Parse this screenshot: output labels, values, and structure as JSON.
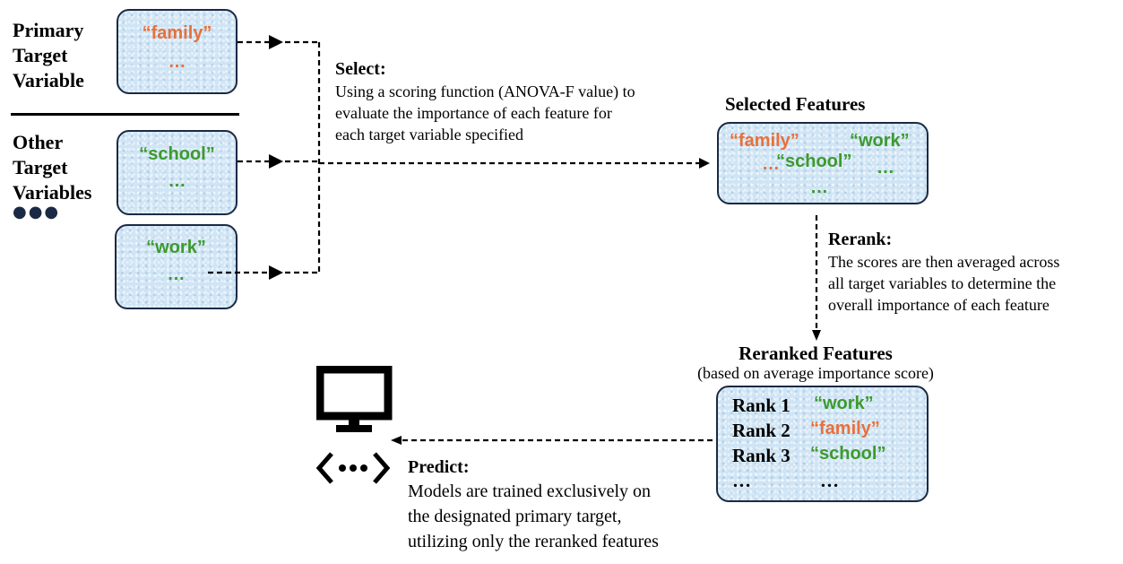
{
  "left_panel": {
    "primary_label": [
      "Primary",
      "Target",
      "Variable"
    ],
    "other_label": [
      "Other",
      "Target",
      "Variables"
    ],
    "more_dots": "●●●"
  },
  "input_boxes": [
    {
      "keyword": "“family”",
      "ellipsis": "…",
      "color": "#e8703a"
    },
    {
      "keyword": "“school”",
      "ellipsis": "…",
      "color": "#3d9a2e"
    },
    {
      "keyword": "“work”",
      "ellipsis": "…",
      "color": "#3d9a2e"
    }
  ],
  "select": {
    "title": "Select:",
    "lines": [
      "Using a scoring function (ANOVA-F value) to",
      "evaluate the importance of each feature for",
      "each target variable specified"
    ]
  },
  "selected_features": {
    "title": "Selected Features",
    "family": "“family”",
    "work": "“work”",
    "school": "“school”",
    "dots_orange": "…",
    "dots_right": "…",
    "dots_bottom": "…"
  },
  "rerank": {
    "title": "Rerank:",
    "lines": [
      "The scores are then averaged across",
      "all target variables to determine the",
      "overall importance of each feature"
    ]
  },
  "reranked_features": {
    "title": "Reranked Features",
    "subtitle": "(based on average importance score)",
    "rows": [
      {
        "rank": "Rank 1",
        "feature": "“work”",
        "color": "#3d9a2e"
      },
      {
        "rank": "Rank 2",
        "feature": "“family”",
        "color": "#e8703a"
      },
      {
        "rank": "Rank 3",
        "feature": "“school”",
        "color": "#3d9a2e"
      }
    ],
    "more_rank": "…",
    "more_feature": "…"
  },
  "predict": {
    "title": "Predict:",
    "lines": [
      "Models are trained exclusively on",
      "the designated primary target,",
      "utilizing only the reranked features"
    ]
  },
  "icons": [
    "monitor-icon",
    "code-icon"
  ],
  "colors": {
    "orange": "#e8703a",
    "green": "#3d9a2e",
    "box_fill": "#cfe4f4",
    "box_border": "#1b2a44"
  }
}
